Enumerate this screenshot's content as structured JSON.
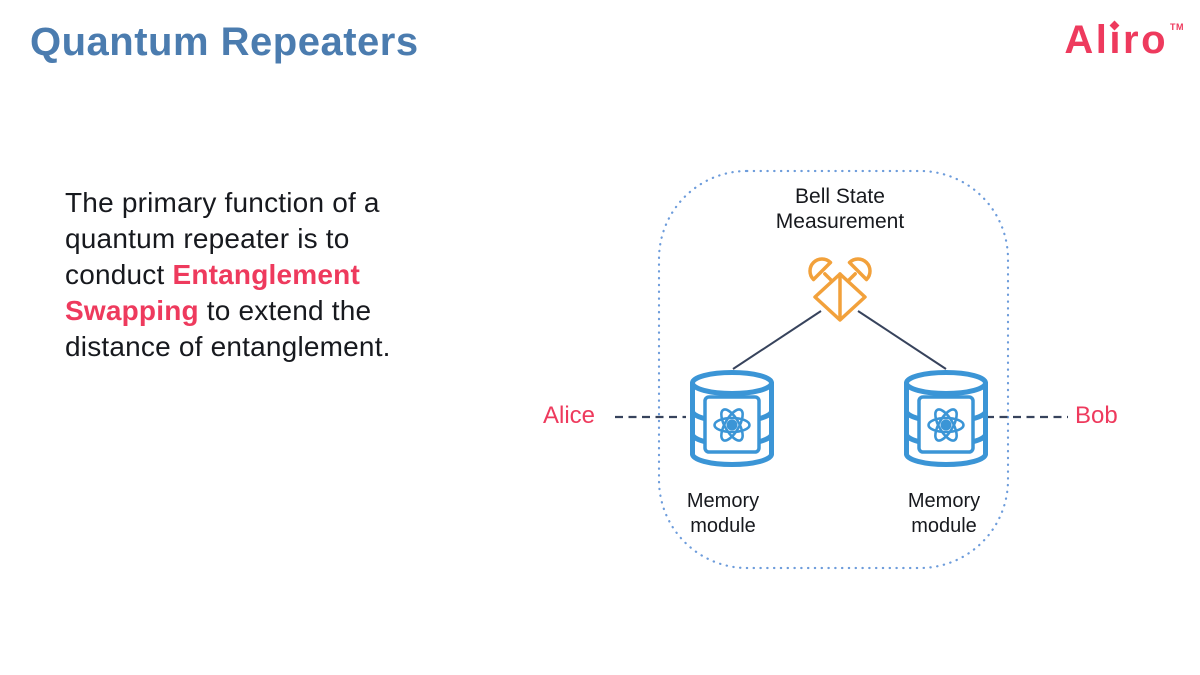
{
  "slide": {
    "title": "Quantum Repeaters",
    "logo": {
      "part1": "Al",
      "i": "ı",
      "part2": "ro",
      "tm": "TM"
    }
  },
  "paragraph": {
    "segments": [
      {
        "style": "normal",
        "text": "The primary function of a\nquantum repeater is to\nconduct "
      },
      {
        "style": "highlight",
        "text": "Entanglement\nSwapping"
      },
      {
        "style": "normal",
        "text": " to extend the\ndistance of entanglement."
      }
    ]
  },
  "diagram": {
    "bell_state_label": "Bell State\nMeasurement",
    "alice_label": "Alice",
    "bob_label": "Bob",
    "memory_module_label": "Memory\nmodule",
    "icons": {
      "bell_measurement": "beam-splitter-with-detectors-icon",
      "memory_module": "database-cylinder-atom-icon",
      "boundary": "dotted-rounded-repeater-boundary"
    }
  },
  "colors": {
    "title-blue": "#4B7CAF",
    "accent-pink": "#EE3A5D",
    "icon-orange": "#F2A13B",
    "icon-blue": "#3B95D6",
    "line-navy": "#37435C",
    "border-blue": "#6D9CDB",
    "text-dark": "#17191E"
  }
}
